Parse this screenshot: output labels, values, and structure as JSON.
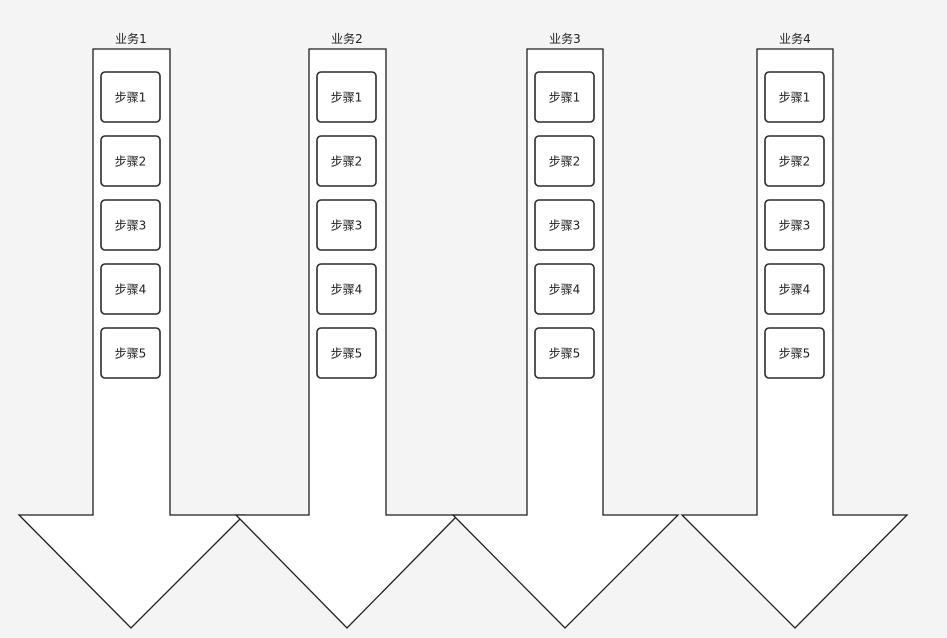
{
  "diagram": {
    "lanes": [
      {
        "title": "业务1",
        "steps": [
          "步骤1",
          "步骤2",
          "步骤3",
          "步骤4",
          "步骤5"
        ]
      },
      {
        "title": "业务2",
        "steps": [
          "步骤1",
          "步骤2",
          "步骤3",
          "步骤4",
          "步骤5"
        ]
      },
      {
        "title": "业务3",
        "steps": [
          "步骤1",
          "步骤2",
          "步骤3",
          "步骤4",
          "步骤5"
        ]
      },
      {
        "title": "业务4",
        "steps": [
          "步骤1",
          "步骤2",
          "步骤3",
          "步骤4",
          "步骤5"
        ]
      }
    ]
  },
  "colors": {
    "background": "#f4f4f4",
    "arrow_fill": "#ffffff",
    "stroke": "#1f1f1f"
  }
}
